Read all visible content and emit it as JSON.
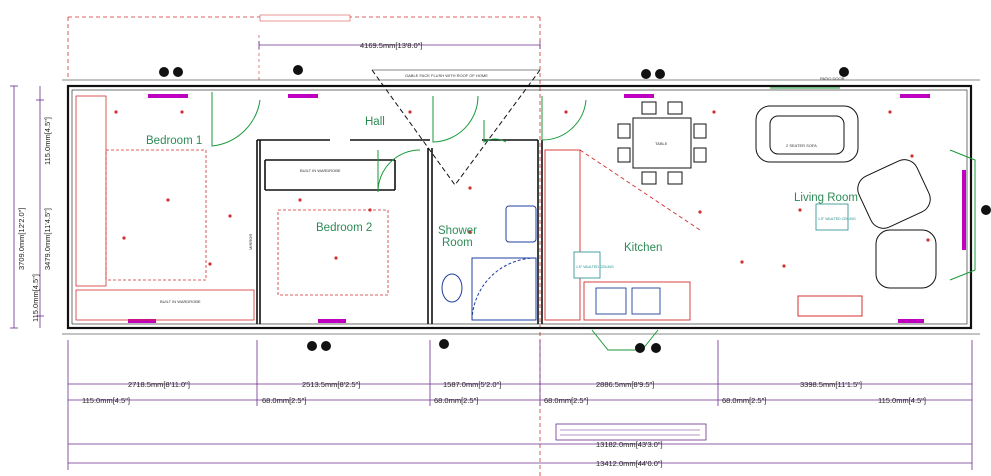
{
  "rooms": {
    "bedroom1": "Bedroom 1",
    "bedroom2": "Bedroom 2",
    "hall": "Hall",
    "shower_room_line1": "Shower",
    "shower_room_line2": "Room",
    "kitchen": "Kitchen",
    "living_room": "Living Room"
  },
  "dimensions": {
    "top_overall": "4169.5mm[13'8.0\"]",
    "vertical_total": "3709.0mm[12'2.0\"]",
    "vertical_inner": "3479.0mm[11'4.5\"]",
    "vertical_top_wall": "115.0mm[4.5\"]",
    "vertical_bottom_wall": "115.0mm[4.5\"]",
    "seg1": "2718.5mm[8'11.0\"]",
    "seg2": "2513.5mm[8'2.5\"]",
    "seg3": "1587.0mm[5'2.0\"]",
    "seg4": "2886.5mm[8'9.5\"]",
    "seg5": "3398.5mm[11'1.5\"]",
    "wall_left": "115.0mm[4.5\"]",
    "wall_right": "115.0mm[4.5\"]",
    "partition1": "68.0mm[2.5\"]",
    "partition2": "68.0mm[2.5\"]",
    "partition3": "68.0mm[2.5\"]",
    "partition4": "68.0mm[2.5\"]",
    "inner_total": "13182.0mm[43'3.0\"]",
    "overall_total": "13412.0mm[44'0.0\"]"
  },
  "labels": {
    "built_in_wardrobe_b2": "BUILT IN WARDROBE",
    "built_in_wardrobe_b1": "BUILT IN WARDROBE",
    "vaulted_kitchen": "1.5\" VAULTED CEILING",
    "vaulted_living": "1.5\" VAULTED CEILING",
    "sofa": "2 SEATER SOFA",
    "table": "TABLE",
    "patio_door": "PATIO DOOR",
    "gable_note": "GABLE FACE FLUSH WITH ROOF OF HOME",
    "mirror": "MIRROR"
  },
  "colors": {
    "walls": "#111111",
    "electrics": "#d32f2f",
    "windows": "#c000c0",
    "doors": "#1a9a3a",
    "dimension_lines": "#6a2c8c"
  }
}
